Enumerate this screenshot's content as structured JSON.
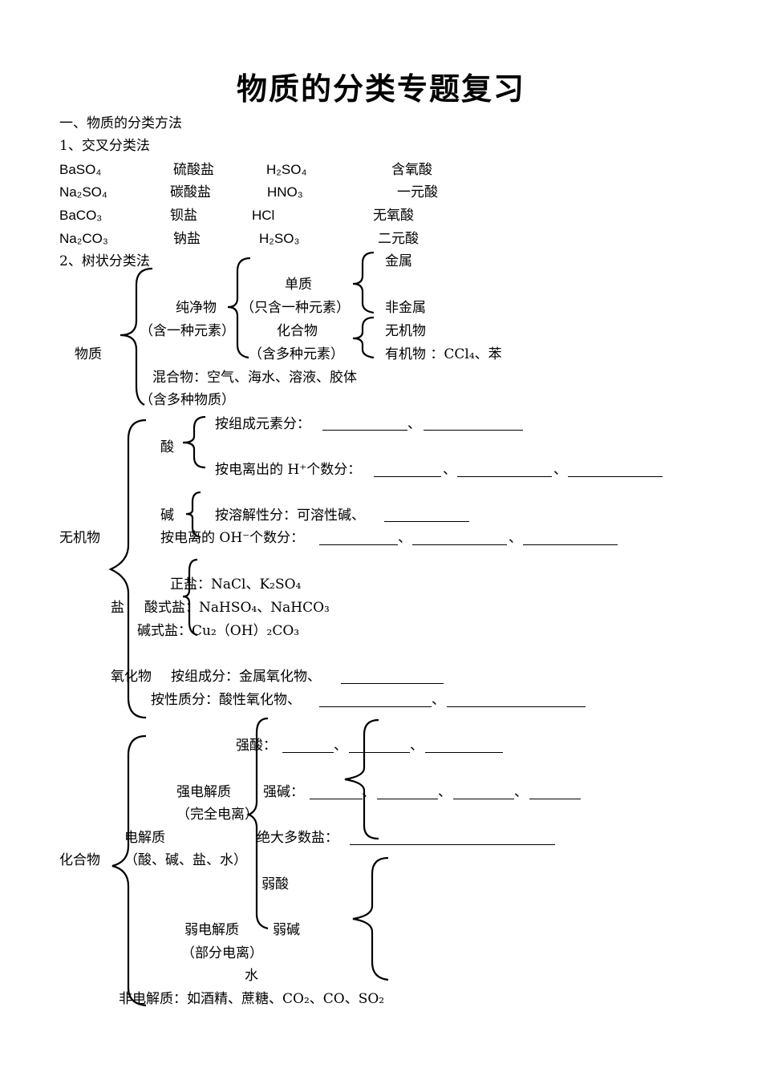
{
  "title": "物质的分类专题复习",
  "sec1": "一、物质的分类方法",
  "cross": {
    "heading": "1、交叉分类法",
    "rows": [
      {
        "a": "BaSO₄",
        "b": "硫酸盐",
        "c": "H₂SO₄",
        "d": "含氧酸"
      },
      {
        "a": "Na₂SO₄",
        "b": "碳酸盐",
        "c": "HNO₃",
        "d": "一元酸"
      },
      {
        "a": "BaCO₃",
        "b": "钡盐",
        "c": "HCl",
        "d": "无氧酸"
      },
      {
        "a": "Na₂CO₃",
        "b": "钠盐",
        "c": "H₂SO₃",
        "d": "二元酸"
      }
    ]
  },
  "tree": {
    "heading": "2、树状分类法",
    "metal": "金属",
    "element": "单质",
    "pure": "纯净物",
    "one_element": "（只含一种元素）",
    "nonmetal": "非金属",
    "pure_note": "（含一种元素）",
    "compound": "化合物",
    "inorganic": "无机物",
    "matter": "物质",
    "multi_element": "（含多种元素）",
    "organic": "有机物 ：CCl₄、苯",
    "mixture": "混合物：空气、海水、溶液、胶体",
    "mixture_note": "（含多种物质）"
  },
  "inorg": {
    "acid": "酸",
    "acid_by_element": "按组成元素分：",
    "sep": "、",
    "acid_by_h": "按电离出的 H⁺个数分：",
    "base": "碱",
    "base_by_sol": "按溶解性分：可溶性碱、",
    "label": "无机物",
    "base_by_oh": "按电离的 OH⁻个数分：",
    "normal_salt": "正盐：NaCl、K₂SO₄",
    "salt": "盐",
    "acid_salt": "酸式盐：NaHSO₄、NaHCO₃",
    "basic_salt": "碱式盐：Cu₂（OH）₂CO₃",
    "oxide": "氧化物",
    "oxide_by_comp": "按组成分：金属氧化物、",
    "oxide_by_prop": "按性质分：酸性氧化物、"
  },
  "electro": {
    "strong_acid": "强酸：",
    "strong_elec": "强电解质",
    "strong_base": "强碱：",
    "complete": "（完全电离）",
    "electrolyte": "电解质",
    "most_salts": "绝大多数盐：",
    "compound": "化合物",
    "electrolyte_note": "（酸、碱、盐、水）",
    "weak_acid": "弱酸",
    "weak_elec": "弱电解质",
    "weak_base": "弱碱",
    "partial": "（部分电离）",
    "water": "水",
    "non_elec": "非电解质：如酒精、蔗糖、CO₂、CO、SO₂"
  }
}
